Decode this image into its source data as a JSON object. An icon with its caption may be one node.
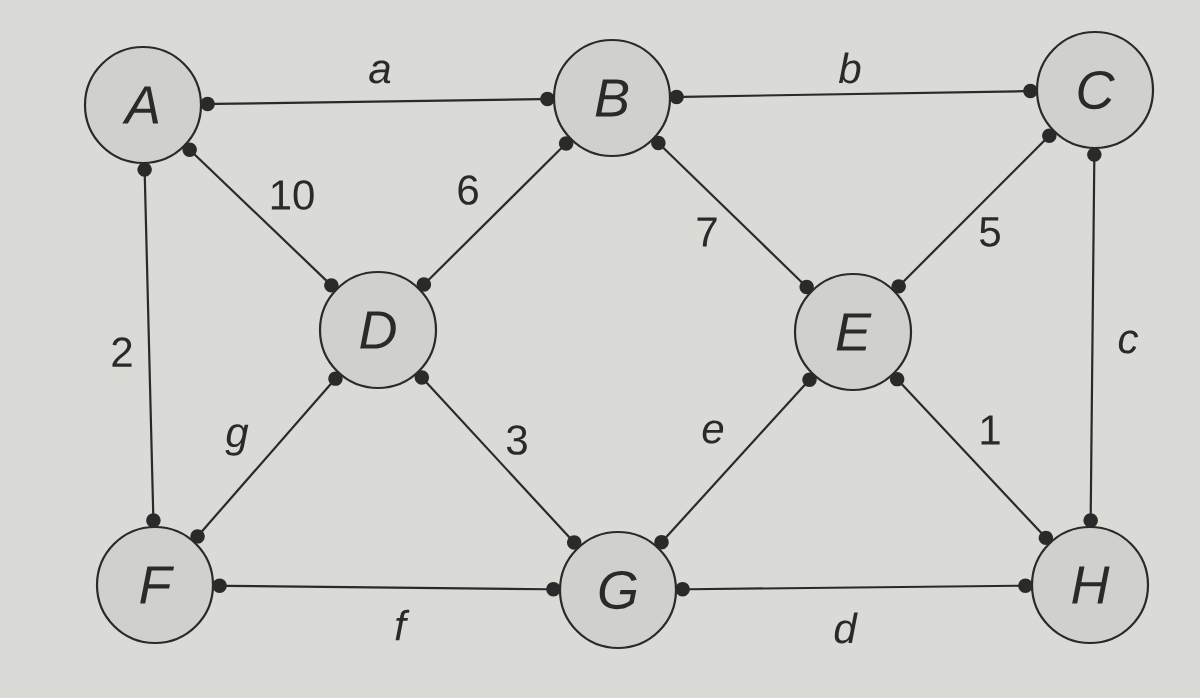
{
  "diagram": {
    "nodes": [
      {
        "text": [
          "A"
        ]
      },
      {
        "text": [
          "B"
        ]
      },
      {
        "text": [
          "C"
        ]
      },
      {
        "text": [
          "D"
        ]
      },
      {
        "text": [
          "E"
        ]
      },
      {
        "text": [
          "F"
        ]
      },
      {
        "text": [
          "G"
        ]
      },
      {
        "text": [
          "H"
        ]
      }
    ],
    "edges": [
      {
        "from": 0,
        "to": 1,
        "arrow": "other",
        "label": "a"
      },
      {
        "from": 1,
        "to": 2,
        "arrow": "other",
        "label": "b"
      },
      {
        "from": 0,
        "to": 3,
        "arrow": "other",
        "label": "10"
      },
      {
        "from": 1,
        "to": 3,
        "arrow": "other",
        "label": "6"
      },
      {
        "from": 1,
        "to": 4,
        "arrow": "other",
        "label": "7"
      },
      {
        "from": 2,
        "to": 4,
        "arrow": "other",
        "label": "5"
      },
      {
        "from": 0,
        "to": 5,
        "arrow": "other",
        "label": "2"
      },
      {
        "from": 2,
        "to": 7,
        "arrow": "other",
        "label": "c"
      },
      {
        "from": 3,
        "to": 5,
        "arrow": "other",
        "label": "g"
      },
      {
        "from": 3,
        "to": 6,
        "arrow": "other",
        "label": "3"
      },
      {
        "from": 4,
        "to": 6,
        "arrow": "other",
        "label": "e"
      },
      {
        "from": 4,
        "to": 7,
        "arrow": "other",
        "label": "1"
      },
      {
        "from": 5,
        "to": 6,
        "arrow": "other",
        "label": "f"
      },
      {
        "from": 6,
        "to": 7,
        "arrow": "other",
        "label": "d"
      }
    ]
  }
}
